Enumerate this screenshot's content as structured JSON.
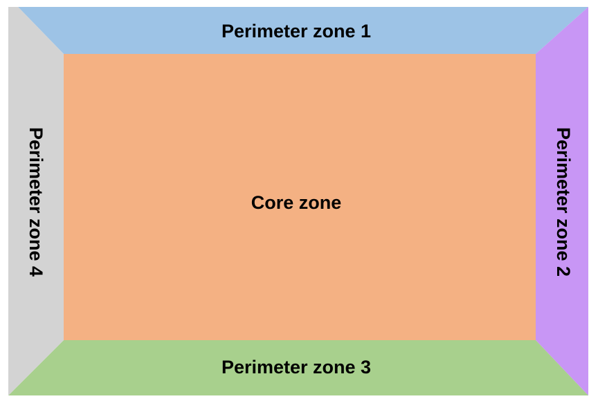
{
  "zones": {
    "top": {
      "label": "Perimeter zone 1",
      "color": "#9dc3e6"
    },
    "right": {
      "label": "Perimeter zone 2",
      "color": "#c896f5"
    },
    "bottom": {
      "label": "Perimeter zone 3",
      "color": "#a8d08d"
    },
    "left": {
      "label": "Perimeter zone 4",
      "color": "#d3d3d3"
    },
    "core": {
      "label": "Core zone",
      "color": "#f4b183"
    }
  }
}
